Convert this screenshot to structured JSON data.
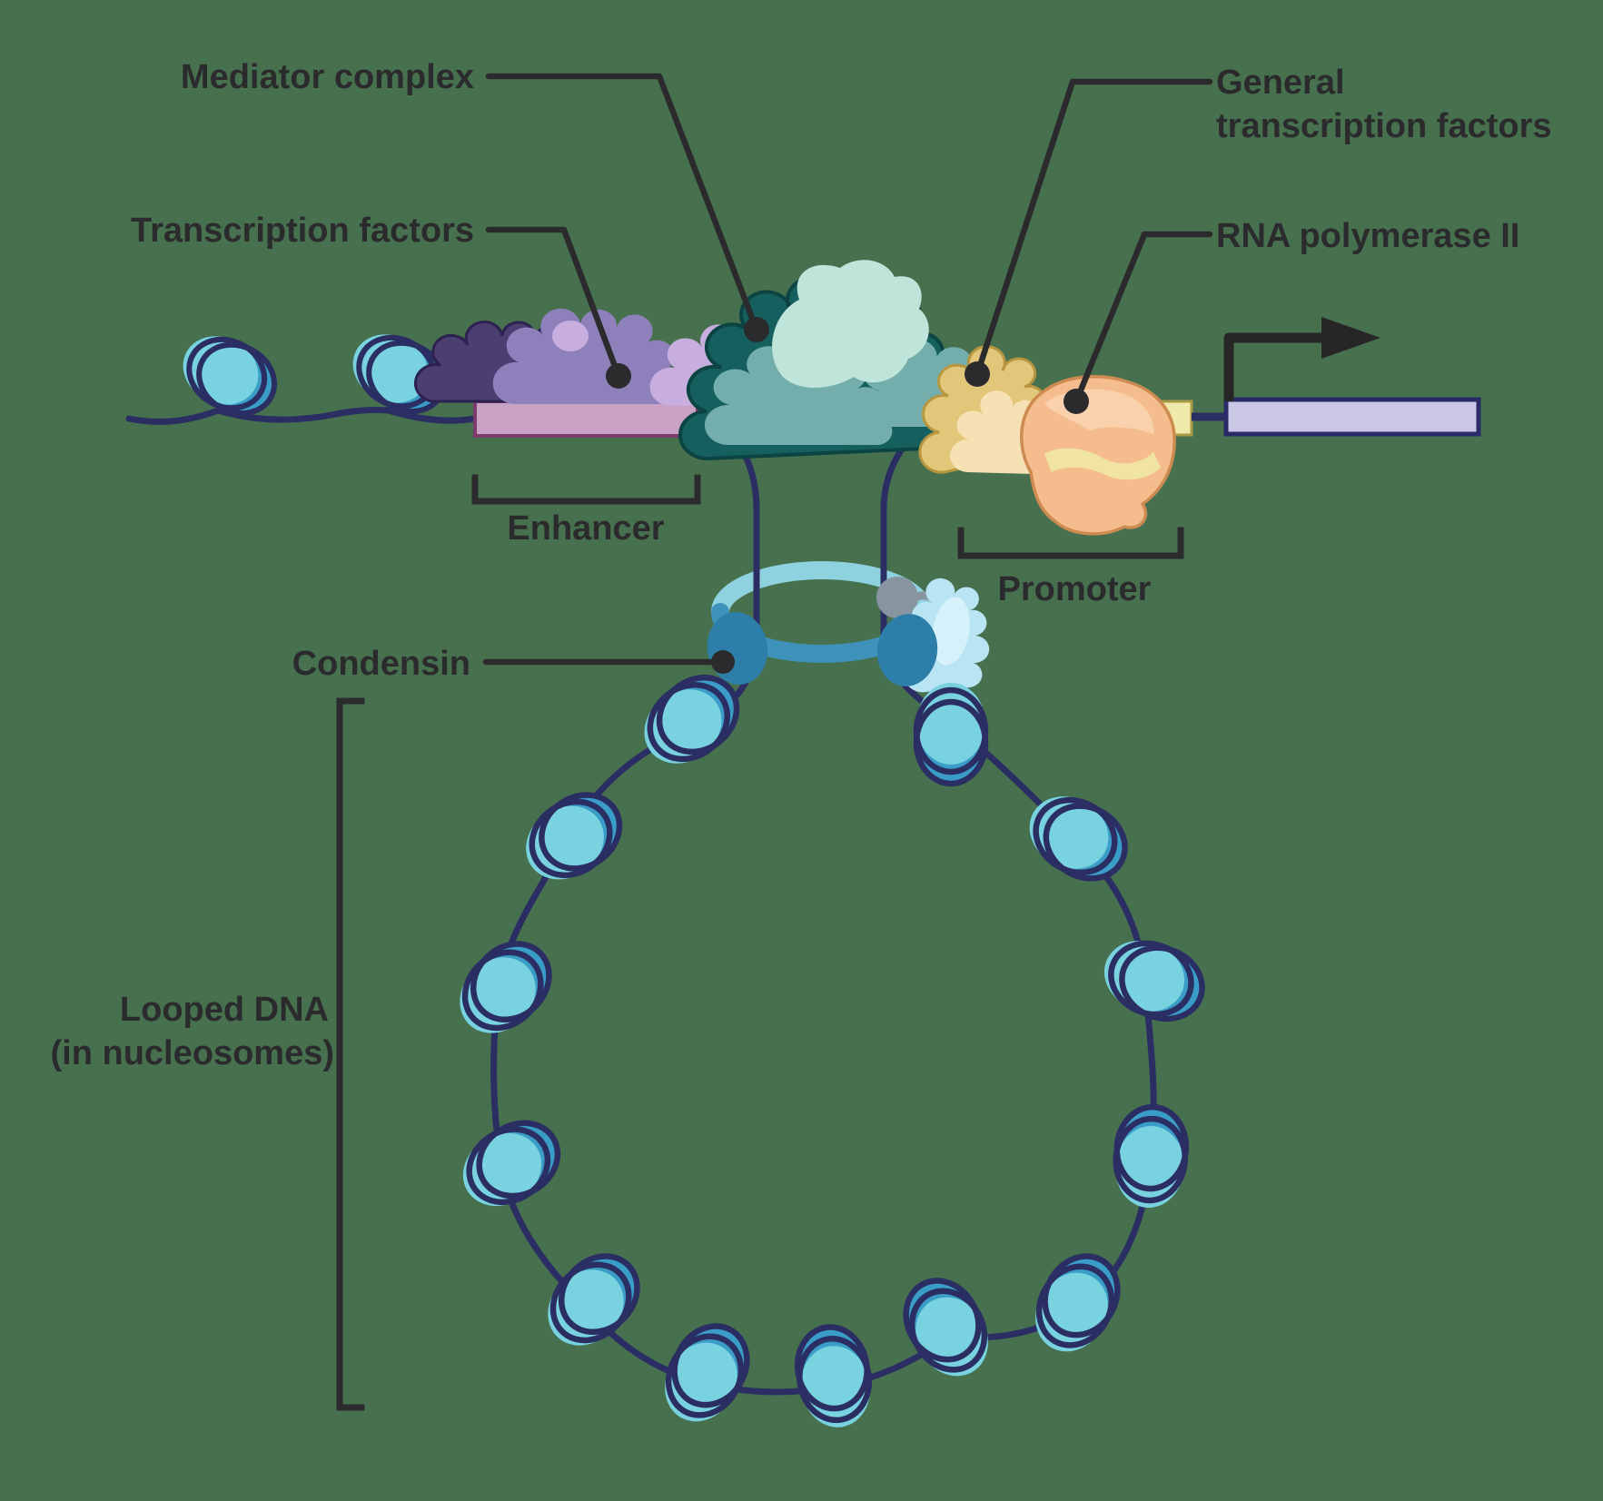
{
  "figure": {
    "type": "biology-diagram",
    "subject": "Enhancer-promoter looping and transcription machinery",
    "labels": {
      "mediator": "Mediator complex",
      "transcription_factors": "Transcription factors",
      "general_tf_line1": "General",
      "general_tf_line2": "transcription factors",
      "rna_pol": "RNA polymerase II",
      "condensin": "Condensin",
      "enhancer": "Enhancer",
      "promoter": "Promoter",
      "looped_dna_line1": "Looped DNA",
      "looped_dna_line2": "(in nucleosomes)"
    },
    "colors": {
      "bg": "#47714e",
      "label": "#2b2b2e",
      "dna": "#2b2e63",
      "nuc_face": "#79d2df",
      "nuc_side": "#3a9dc7",
      "ring_light": "#8fd2df",
      "ring_dark": "#3e92b9",
      "ring_blob": "#2d7fa9",
      "gray": "#8795a0",
      "cloud": "#b9e4f3",
      "cloud_light": "#d7f1fa",
      "enhancer_fill": "#c9a2c5",
      "enhancer_border": "#7c3c6d",
      "promoter_fill": "#f0eaaa",
      "promoter_border": "#a89a45",
      "gene_fill": "#c9c6e6",
      "gene_border": "#2b2a68",
      "arrow": "#262626",
      "tf_dark": "#4b3f72",
      "tf_mid": "#8d80bb",
      "tf_light": "#c7aede",
      "tf_outline": "#2c2150",
      "med_dark": "#15605e",
      "med_mid": "#74aeac",
      "med_light": "#bfe5da",
      "med_outline": "#0b4443",
      "gtf_fill": "#e2c67a",
      "gtf_light": "#f5e1b3",
      "gtf_outline": "#b8963f",
      "pol_fill": "#f5bd8e",
      "pol_light": "#f9d2ad",
      "pol_outline": "#ce8b51",
      "pol_mouth": "#f1e4a3"
    },
    "components": [
      "dna-strand",
      "nucleosome",
      "enhancer-region",
      "promoter-region",
      "gene-box",
      "transcription-start-arrow",
      "condensin-ring",
      "mediator-complex",
      "transcription-factors",
      "general-transcription-factors",
      "rna-polymerase-ii",
      "looped-dna-bracket"
    ]
  }
}
